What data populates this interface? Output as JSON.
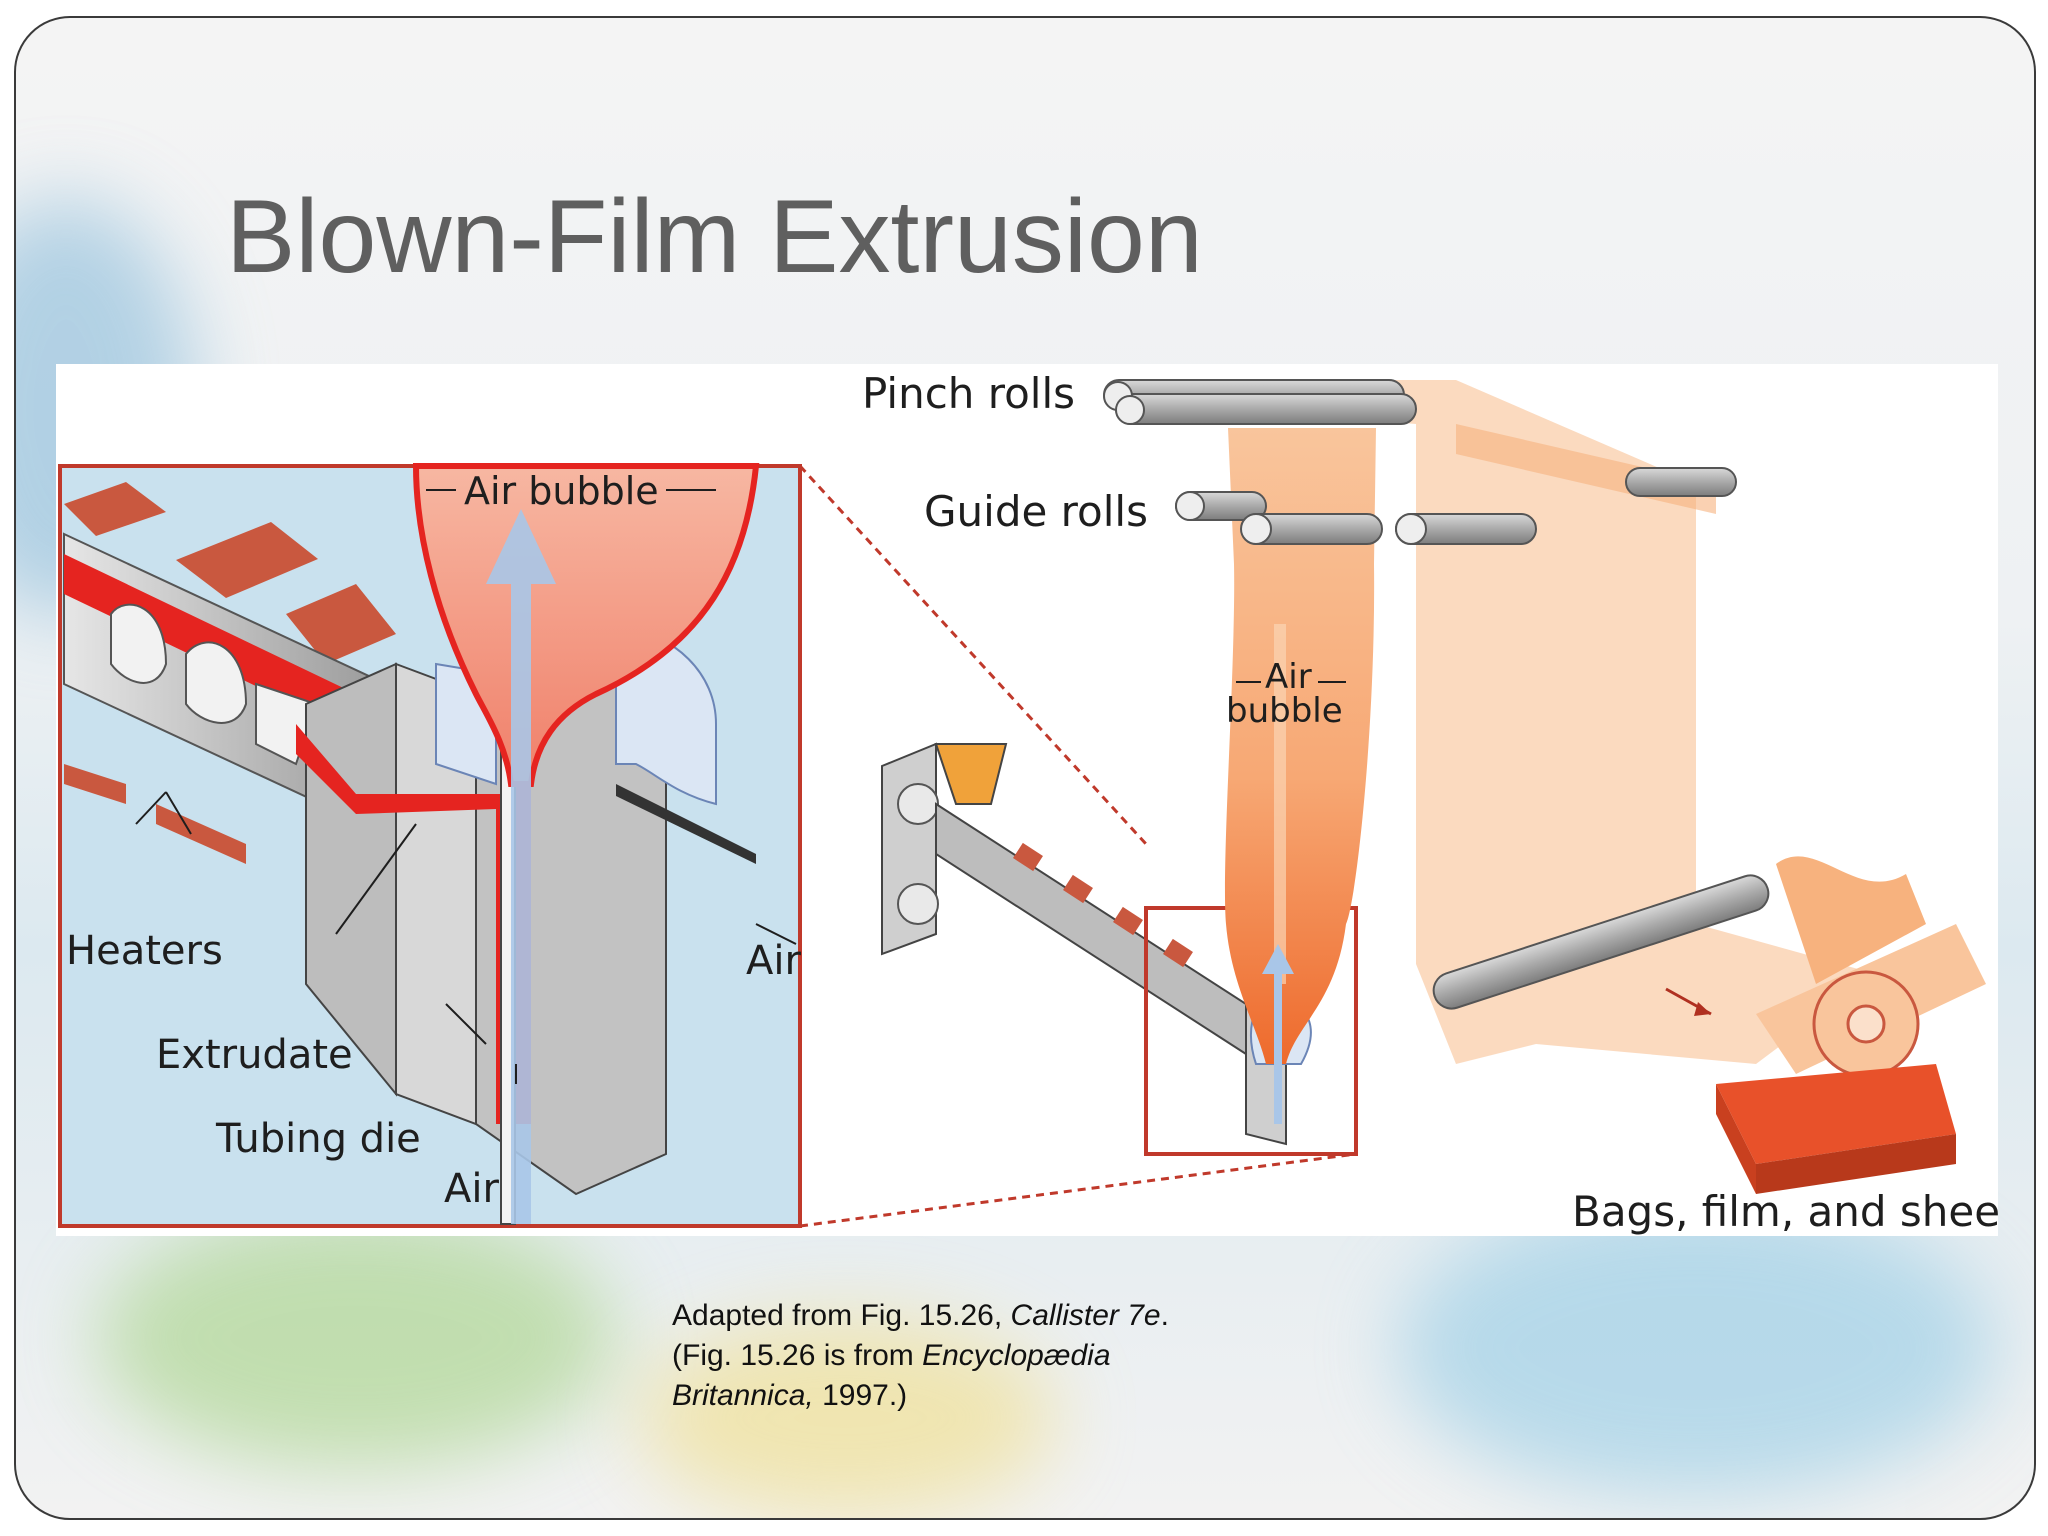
{
  "slide": {
    "title": "Blown-Film Extrusion"
  },
  "figure": {
    "labels": {
      "pinch_rolls": "Pinch rolls",
      "guide_rolls": "Guide rolls",
      "air_bubble_inset": "Air bubble",
      "air_bubble_main_1": "Air",
      "air_bubble_main_2": "bubble",
      "heaters": "Heaters",
      "extrudate": "Extrudate",
      "tubing_die": "Tubing die",
      "air_bottom": "Air",
      "air_side": "Air",
      "products": "Bags, film, and sheet"
    },
    "colors": {
      "inset_background": "#c9e1ee",
      "melt_red": "#e52420",
      "film_orange": "#f7b27e",
      "heater_brick": "#c9583f",
      "metal_gray": "#b9b9b9"
    }
  },
  "caption": {
    "line1_prefix": "Adapted from Fig. 15.26, ",
    "line1_italic": "Callister 7e",
    "line1_suffix": ".",
    "line2_prefix": "(Fig. 15.26 is from ",
    "line2_italic": "Encyclopædia",
    "line3_italic": "Britannica,",
    "line3_suffix": " 1997.)"
  }
}
